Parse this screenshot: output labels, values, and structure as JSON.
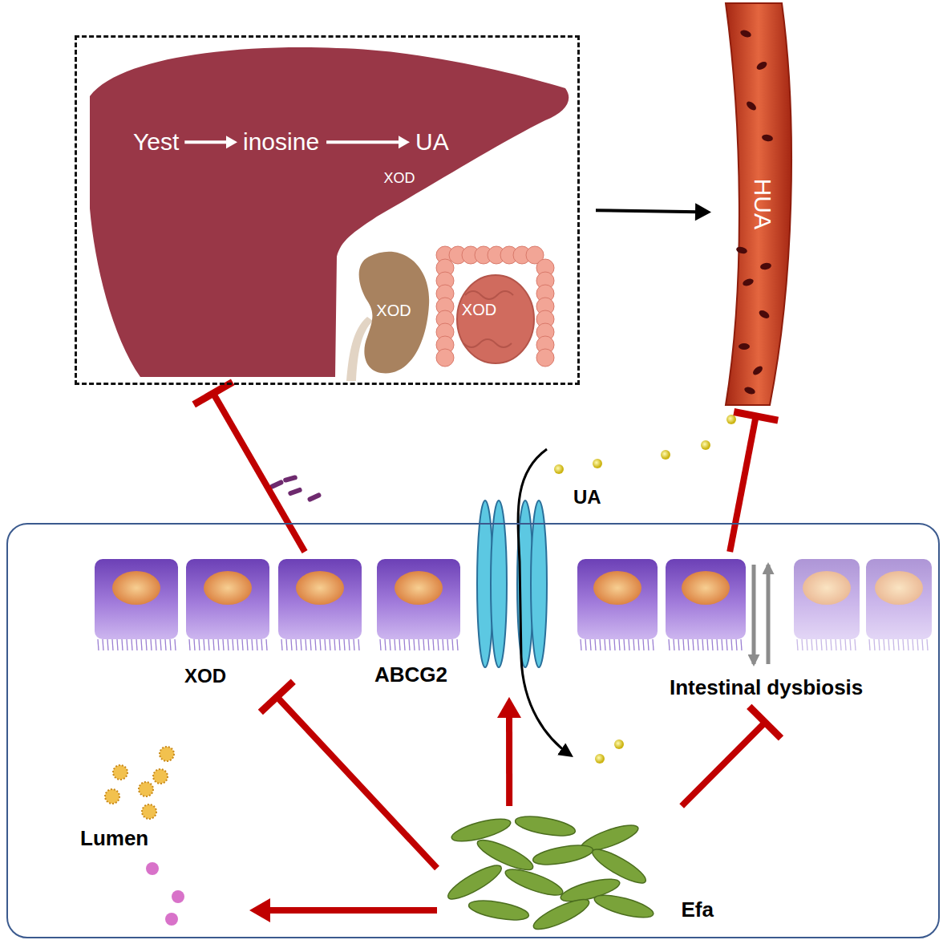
{
  "diagram": {
    "nodes": [
      {
        "text": []
      },
      {
        "text": [
          "Yest"
        ],
        "in": 0
      },
      {
        "text": [
          "inosine"
        ],
        "in": 0
      },
      {
        "text": [
          "UA"
        ],
        "in": 0
      },
      {
        "text": [
          "XOD"
        ],
        "in": 0
      },
      {
        "text": [
          "XOD"
        ],
        "in": 0
      },
      {
        "text": [
          "HUA"
        ]
      },
      {
        "text": []
      },
      {
        "text": [
          "XOD"
        ],
        "in": 7
      },
      {
        "text": [
          "ABCG2"
        ],
        "in": 7
      },
      {
        "text": [
          "Intestinal dysbiosis"
        ],
        "in": 7
      },
      {
        "text": [
          "Lumen"
        ],
        "in": 7
      },
      {
        "text": [
          "Efa"
        ],
        "in": 7
      }
    ],
    "edges": [
      {
        "from": 1,
        "to": 2,
        "arrow": "to"
      },
      {
        "from": 2,
        "to": 3,
        "arrow": "to",
        "label": "XOD"
      },
      {
        "from": 0,
        "to": 6,
        "arrow": "to"
      },
      {
        "from": 8,
        "to": 0,
        "arrow": "to"
      },
      {
        "from": 10,
        "to": 6,
        "arrow": "to"
      },
      {
        "from": 12,
        "to": 8,
        "arrow": "to"
      },
      {
        "from": 12,
        "to": 9,
        "arrow": "to"
      },
      {
        "from": 12,
        "to": 10,
        "arrow": "to"
      },
      {
        "from": 12,
        "to": 11,
        "arrow": "to"
      }
    ],
    "labels": [
      "UA"
    ]
  }
}
